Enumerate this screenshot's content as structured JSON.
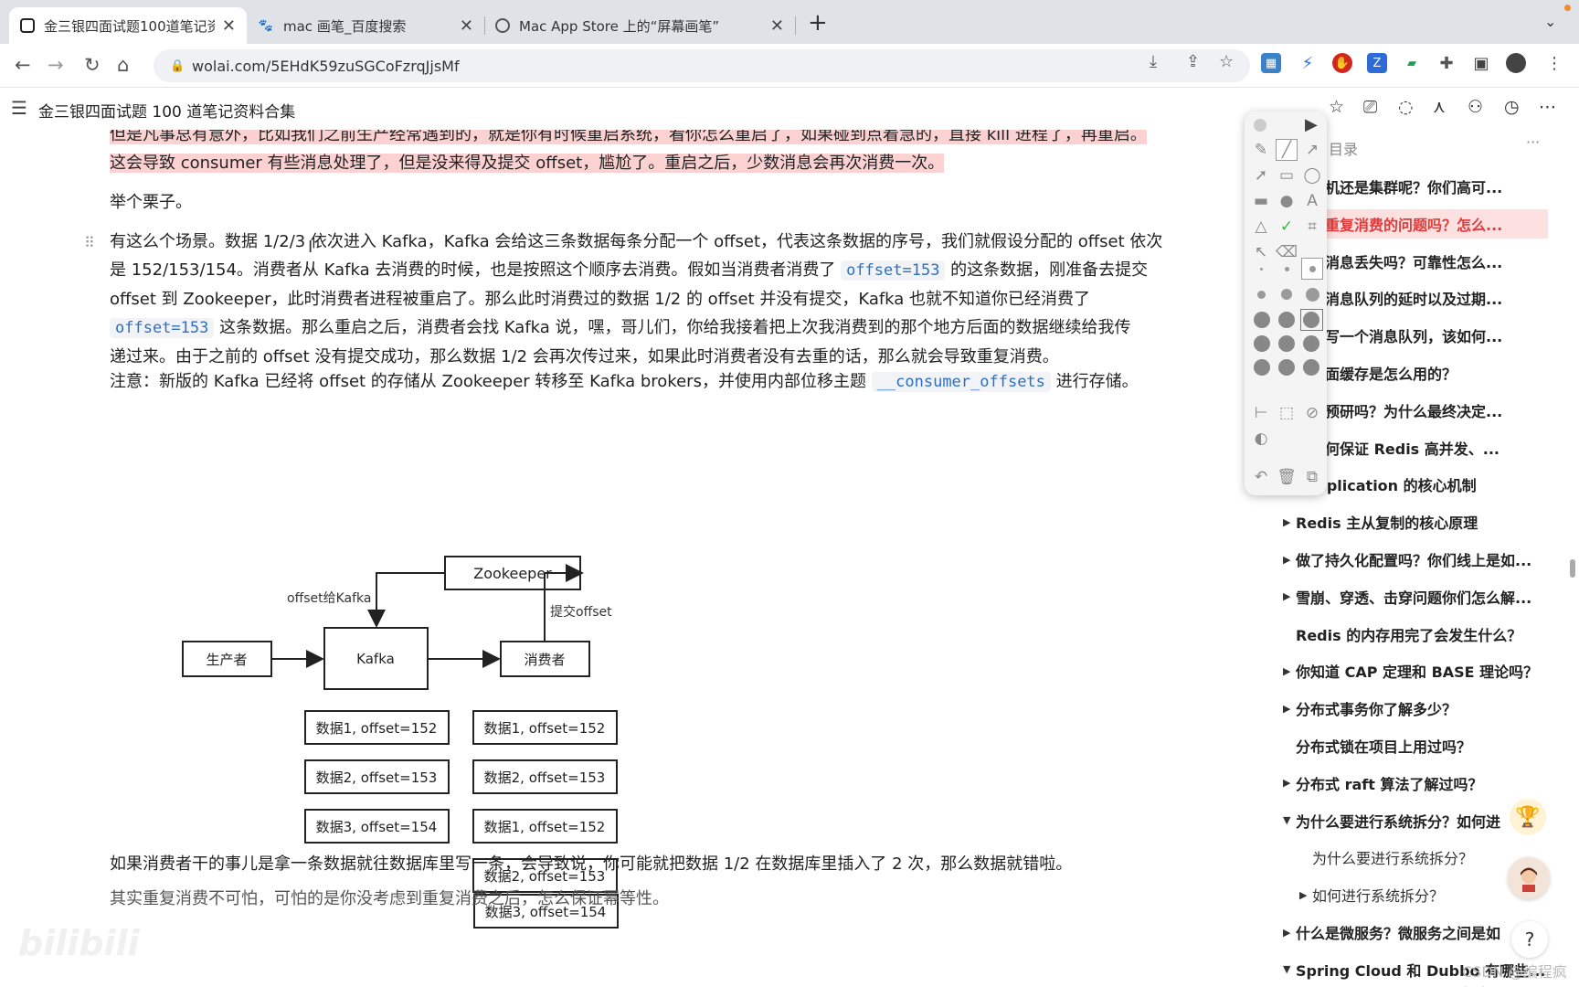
{
  "browser": {
    "tabs": [
      {
        "title": "金三银四面试题100道笔记资料合",
        "close": "✕"
      },
      {
        "title": "mac 画笔_百度搜索",
        "close": "✕"
      },
      {
        "title": "Mac App Store 上的“屏幕画笔”",
        "close": "✕"
      }
    ],
    "new_tab": "+",
    "tab_menu": "⌄",
    "url": "wolai.com/5EHdK59zuSGCoFzrqJjsMf"
  },
  "app": {
    "title": "金三银四面试题 100 道笔记资料合集"
  },
  "content": {
    "p_top1": "但是凡事总有意外，比如我们之前生产经常遇到的，就是你有时候重启系统，看你怎么重启了，如果碰到点着急的，直接 kill 进程了，再重启。",
    "p_top2": "这会导致 consumer 有些消息处理了，但是没来得及提交 offset，尴尬了。重启之后，少数消息会再次消费一次。",
    "p_example": "举个栗子。",
    "p1_a": "有这么个场景。数据 1/2/3 依次进入 Kafka，Kafka 会给这三条数据每条分配一个 offset，代表这条数据的序号，我们就假设分配的 offset 依次",
    "p1_b": "是 152/153/154。消费者从 Kafka 去消费的时候，也是按照这个顺序去消费。假如当消费者消费了 ",
    "p1_code1": "offset=153",
    "p1_c": " 的这条数据，刚准备去提交",
    "p1_d": "offset 到 Zookeeper，此时消费者进程被重启了。那么此时消费过的数据 1/2 的 offset 并没有提交，Kafka 也就不知道你已经消费了",
    "p1_code2": "offset=153",
    "p1_e": " 这条数据。那么重启之后，消费者会找 Kafka 说，嘿，哥儿们，你给我接着把上次我消费到的那个地方后面的数据继续给我传",
    "p1_f": "递过来。由于之前的 offset 没有提交成功，那么数据 1/2 会再次传过来，如果此时消费者没有去重的话，那么就会导致重复消费。",
    "p2_a": "注意：新版的 Kafka 已经将 offset 的存储从 Zookeeper 转移至 Kafka brokers，并使用内部位移主题 ",
    "p2_code": "__consumer_offsets",
    "p2_b": " 进行存储。",
    "p3": "如果消费者干的事儿是拿一条数据就往数据库里写一条，会导致说，你可能就把数据 1/2 在数据库里插入了 2 次，那么数据就错啦。",
    "p4": "其实重复消费不可怕，可怕的是你没考虑到重复消费之后，怎么保证幂等性。",
    "watermark": "bilibili"
  },
  "diagram": {
    "zookeeper": "Zookeeper",
    "producer": "生产者",
    "kafka": "Kafka",
    "consumer": "消费者",
    "label_left": "offset给Kafka",
    "label_right": "提交offset",
    "kafka_data": [
      "数据1, offset=152",
      "数据2, offset=153",
      "数据3, offset=154"
    ],
    "consumer_data": [
      "数据1, offset=152",
      "数据2, offset=153",
      "数据1, offset=152",
      "数据2, offset=153",
      "数据3, offset=154"
    ]
  },
  "toc": {
    "title": "目录",
    "more": "···",
    "items": [
      {
        "label": "是单机还是集群呢？你们高可...",
        "arrow": "",
        "selected": false,
        "sub": false
      },
      {
        "label": "到过重复消费的问题吗？怎么...",
        "arrow": "",
        "selected": true,
        "sub": false
      },
      {
        "label": "到过消息丢失吗？可靠性怎么...",
        "arrow": "",
        "selected": false,
        "sub": false
      },
      {
        "label": "解决消息队列的延时以及过期...",
        "arrow": "",
        "selected": false,
        "sub": false
      },
      {
        "label": "让你写一个消息队列，该如何...",
        "arrow": "",
        "selected": false,
        "sub": false
      },
      {
        "label": "目里面缓存是怎么用的？",
        "arrow": "",
        "selected": false,
        "sub": false
      },
      {
        "label": "技术预研吗？为什么最终决定...",
        "arrow": "",
        "selected": false,
        "sub": false
      },
      {
        "label": "是如何保证 Redis 高并发、...",
        "arrow": "",
        "selected": false,
        "sub": false
      },
      {
        "label": "s replication 的核心机制",
        "arrow": "",
        "selected": false,
        "sub": false
      },
      {
        "label": "Redis 主从复制的核心原理",
        "arrow": "▶",
        "selected": false,
        "sub": false
      },
      {
        "label": "做了持久化配置吗？你们线上是如...",
        "arrow": "▶",
        "selected": false,
        "sub": false
      },
      {
        "label": "雪崩、穿透、击穿问题你们怎么解...",
        "arrow": "▶",
        "selected": false,
        "sub": false
      },
      {
        "label": "Redis 的内存用完了会发生什么？",
        "arrow": "",
        "selected": false,
        "sub": false
      },
      {
        "label": "你知道 CAP 定理和 BASE 理论吗？",
        "arrow": "▶",
        "selected": false,
        "sub": false
      },
      {
        "label": "分布式事务你了解多少？",
        "arrow": "▶",
        "selected": false,
        "sub": false
      },
      {
        "label": "分布式锁在项目上用过吗？",
        "arrow": "",
        "selected": false,
        "sub": false
      },
      {
        "label": "分布式 raft 算法了解过吗？",
        "arrow": "▶",
        "selected": false,
        "sub": false
      },
      {
        "label": "为什么要进行系统拆分？如何进",
        "arrow": "▼",
        "selected": false,
        "sub": false
      },
      {
        "label": "为什么要进行系统拆分？",
        "arrow": "",
        "selected": false,
        "sub": true
      },
      {
        "label": "如何进行系统拆分？",
        "arrow": "▶",
        "selected": false,
        "sub": true
      },
      {
        "label": "什么是微服务？微服务之间是如",
        "arrow": "▶",
        "selected": false,
        "sub": false
      },
      {
        "label": "Spring Cloud 和 Dubbo 有哪些...",
        "arrow": "▼",
        "selected": false,
        "sub": false
      }
    ]
  },
  "floating": {
    "help": "?",
    "trophy": "🏆"
  },
  "footnote": "CSDN @编程疯舞者",
  "colors": {
    "highlight": "#fbd1d1",
    "accent_red": "#e03b3b",
    "code_blue": "#2f6fc1"
  }
}
